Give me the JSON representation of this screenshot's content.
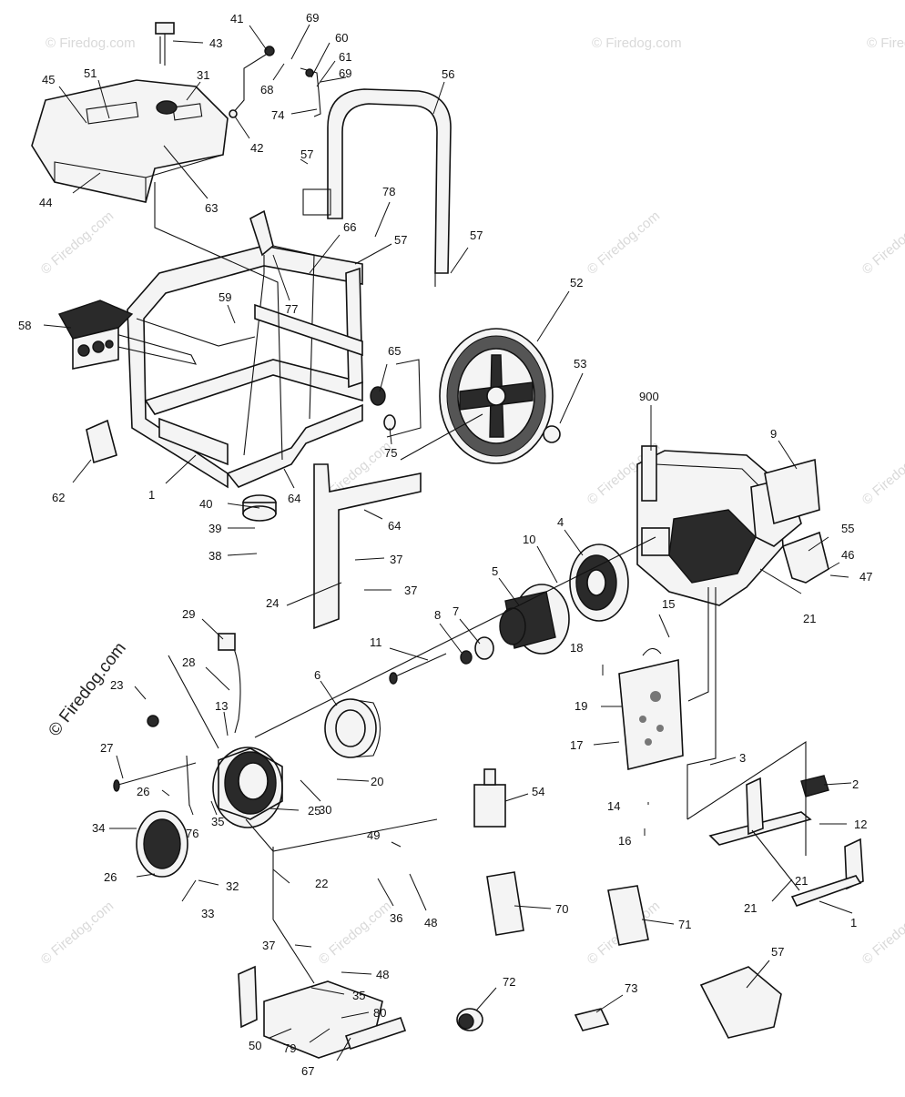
{
  "watermark": {
    "text": "© Firedog.com"
  },
  "callouts": [
    "1",
    "1",
    "2",
    "3",
    "4",
    "5",
    "6",
    "7",
    "8",
    "9",
    "10",
    "11",
    "12",
    "13",
    "14",
    "15",
    "16",
    "17",
    "18",
    "19",
    "20",
    "21",
    "21",
    "21",
    "22",
    "23",
    "24",
    "25",
    "26",
    "26",
    "27",
    "28",
    "29",
    "30",
    "31",
    "32",
    "33",
    "34",
    "35",
    "35",
    "36",
    "37",
    "37",
    "37",
    "38",
    "39",
    "40",
    "41",
    "42",
    "43",
    "44",
    "45",
    "46",
    "47",
    "48",
    "48",
    "49",
    "50",
    "51",
    "52",
    "53",
    "54",
    "55",
    "56",
    "57",
    "57",
    "57",
    "57",
    "58",
    "59",
    "60",
    "61",
    "62",
    "63",
    "64",
    "64",
    "65",
    "66",
    "67",
    "68",
    "69",
    "69",
    "70",
    "71",
    "72",
    "73",
    "74",
    "75",
    "76",
    "77",
    "78",
    "79",
    "80",
    "900"
  ]
}
